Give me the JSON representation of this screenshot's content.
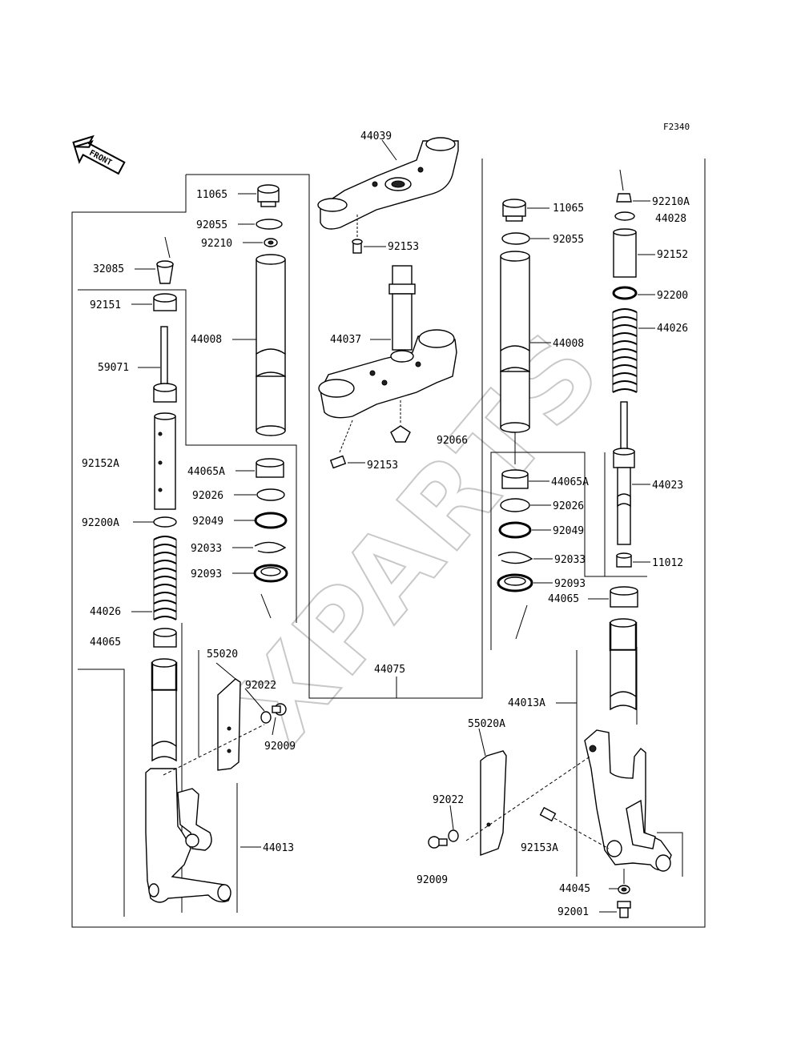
{
  "diagram_code": "F2340",
  "direction_label": "FRONT",
  "watermark": "XPARTS",
  "parts": {
    "p44039": "44039",
    "p11065_l": "11065",
    "p92055_l": "92055",
    "p92210_l": "92210",
    "p32085": "32085",
    "p92151": "92151",
    "p59071": "59071",
    "p92152A": "92152A",
    "p92200A": "92200A",
    "p44026_l": "44026",
    "p44065_l": "44065",
    "p44008_l": "44008",
    "p44065A_l": "44065A",
    "p92026_l": "92026",
    "p92049_l": "92049",
    "p92033_l": "92033",
    "p92093_l": "92093",
    "p55020": "55020",
    "p92022_l": "92022",
    "p92009_l": "92009",
    "p44013": "44013",
    "p92153_top": "92153",
    "p44037": "44037",
    "p92153_bot": "92153",
    "p92066": "92066",
    "p44075": "44075",
    "p11065_r": "11065",
    "p92055_r": "92055",
    "p44008_r": "44008",
    "p44065A_r": "44065A",
    "p92026_r": "92026",
    "p92049_r": "92049",
    "p92033_r": "92033",
    "p92093_r": "92093",
    "p44065_r": "44065",
    "p92210A": "92210A",
    "p44028": "44028",
    "p92152": "92152",
    "p92200": "92200",
    "p44026_r": "44026",
    "p44023": "44023",
    "p11012": "11012",
    "p44013A": "44013A",
    "p55020A": "55020A",
    "p92022_r": "92022",
    "p92009_r": "92009",
    "p92153A": "92153A",
    "p44045": "44045",
    "p92001": "92001"
  }
}
